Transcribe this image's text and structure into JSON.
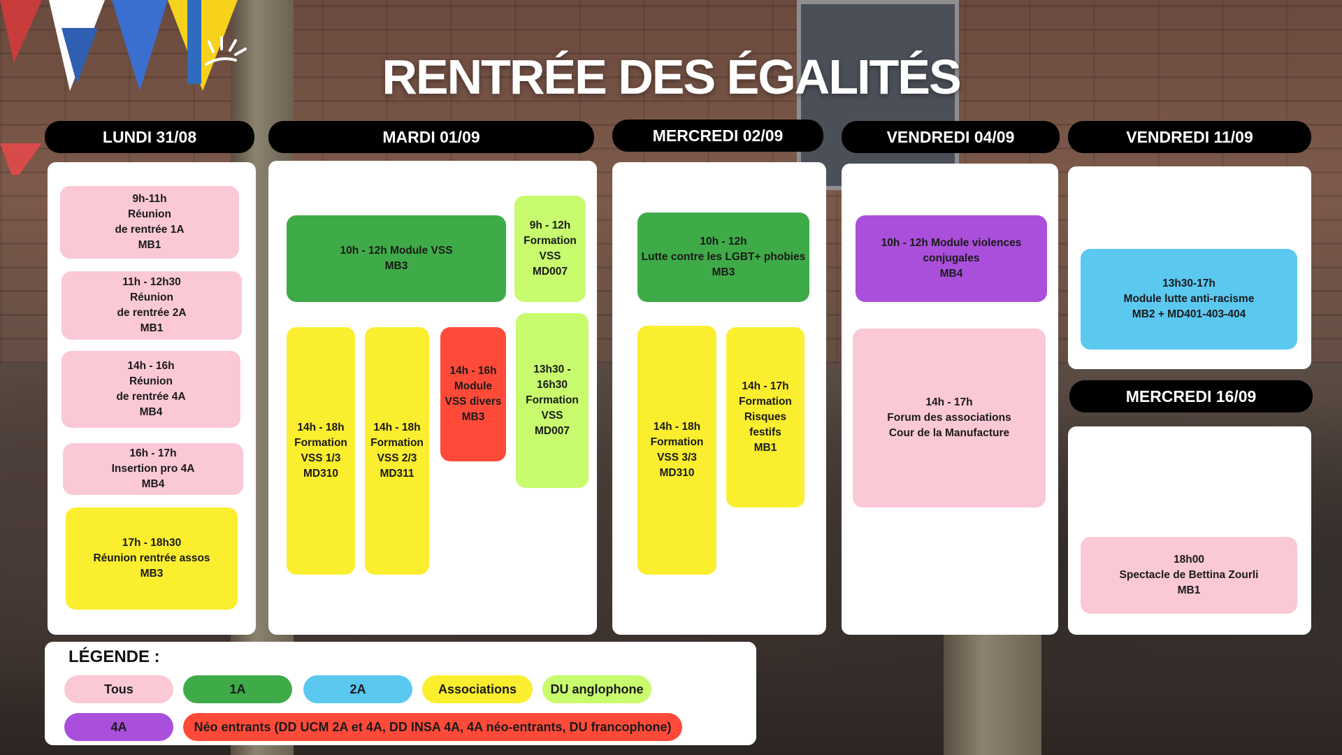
{
  "title": "RENTRÉE DES ÉGALITÉS",
  "colors": {
    "tous": "#fbc8d6",
    "1A": "#3fab48",
    "2A": "#5bc8f0",
    "associations": "#fbee2e",
    "du_anglophone": "#c8fb6e",
    "4A": "#a94fdb",
    "neo_entrants": "#ff4a3a"
  },
  "days": {
    "lundi": {
      "header": "LUNDI 31/08",
      "events": [
        "9h-11h\nRéunion\nde rentrée 1A\nMB1",
        "11h - 12h30\nRéunion\nde rentrée 2A\nMB1",
        "14h - 16h\nRéunion\nde rentrée 4A\nMB4",
        "16h - 17h\nInsertion pro 4A\nMB4",
        "17h - 18h30\nRéunion rentrée assos\nMB3"
      ]
    },
    "mardi": {
      "header": "MARDI 01/09",
      "events": [
        "10h - 12h Module VSS\nMB3",
        "9h - 12h\nFormation\nVSS\nMD007",
        "14h - 18h\nFormation\nVSS 1/3\nMD310",
        "14h - 18h\nFormation\nVSS 2/3\nMD311",
        "14h - 16h\nModule\nVSS divers\nMB3",
        "13h30 -\n16h30\nFormation\nVSS\nMD007"
      ]
    },
    "mercredi": {
      "header": "MERCREDI 02/09",
      "events": [
        "10h - 12h\nLutte contre les LGBT+ phobies\nMB3",
        "14h - 18h\nFormation\nVSS 3/3\nMD310",
        "14h - 17h\nFormation\nRisques\nfestifs\nMB1"
      ]
    },
    "vendredi1": {
      "header": "VENDREDI 04/09",
      "events": [
        "10h - 12h  Module violences\nconjugales\nMB4",
        "14h - 17h\nForum des associations\nCour de la Manufacture"
      ]
    },
    "vendredi2": {
      "header": "VENDREDI 11/09",
      "events": [
        "13h30-17h\nModule lutte anti-racisme\nMB2 + MD401-403-404"
      ]
    },
    "mercredi2": {
      "header": "MERCREDI 16/09",
      "events": [
        "18h00\nSpectacle de Bettina Zourli\nMB1"
      ]
    }
  },
  "legend": {
    "title": "LÉGENDE :",
    "items": [
      "Tous",
      "1A",
      "2A",
      "Associations",
      "DU anglophone",
      "4A",
      "Néo entrants (DD UCM 2A et 4A,  DD INSA 4A,  4A néo-entrants, DU francophone)"
    ]
  }
}
